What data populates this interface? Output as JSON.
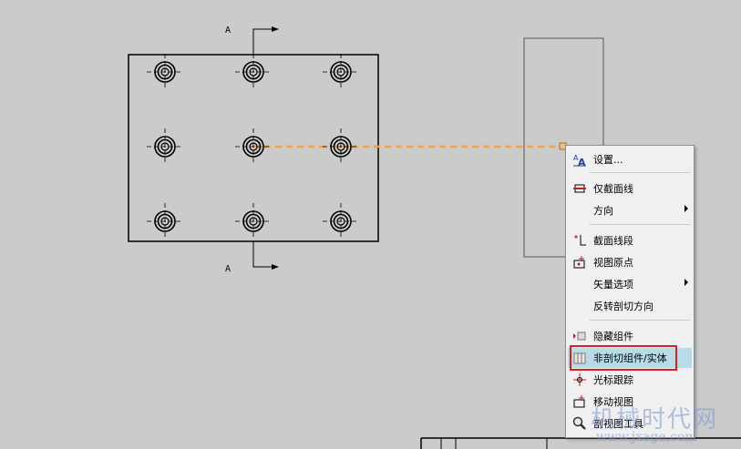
{
  "drawing": {
    "section_label_top": "A",
    "section_label_bottom": "A"
  },
  "context_menu": {
    "items": [
      {
        "label": "设置...",
        "icon": "text-style-icon",
        "submenu": false
      },
      {
        "label": "仅截面线",
        "icon": "section-line-icon",
        "submenu": false
      },
      {
        "label": "方向",
        "icon": "",
        "submenu": true
      },
      {
        "label": "截面线段",
        "icon": "section-segment-icon",
        "submenu": false
      },
      {
        "label": "视图原点",
        "icon": "view-origin-icon",
        "submenu": false
      },
      {
        "label": "矢量选项",
        "icon": "",
        "submenu": true
      },
      {
        "label": "反转剖切方向",
        "icon": "",
        "submenu": false
      },
      {
        "label": "隐藏组件",
        "icon": "hide-component-icon",
        "submenu": false
      },
      {
        "label": "非剖切组件/实体",
        "icon": "non-section-component-icon",
        "submenu": false,
        "highlighted": true
      },
      {
        "label": "光标跟踪",
        "icon": "cursor-tracking-icon",
        "submenu": false
      },
      {
        "label": "移动视图",
        "icon": "move-view-icon",
        "submenu": false
      },
      {
        "label": "剖视图工具",
        "icon": "magnifier-icon",
        "submenu": false
      }
    ]
  },
  "watermark": {
    "text": "机械时代网",
    "url": "www.jxage.com"
  },
  "colors": {
    "background": "#cbcbcb",
    "dashed_line": "#f0a040",
    "highlight_box": "#d92020",
    "menu_highlight": "#b8dbe8"
  }
}
